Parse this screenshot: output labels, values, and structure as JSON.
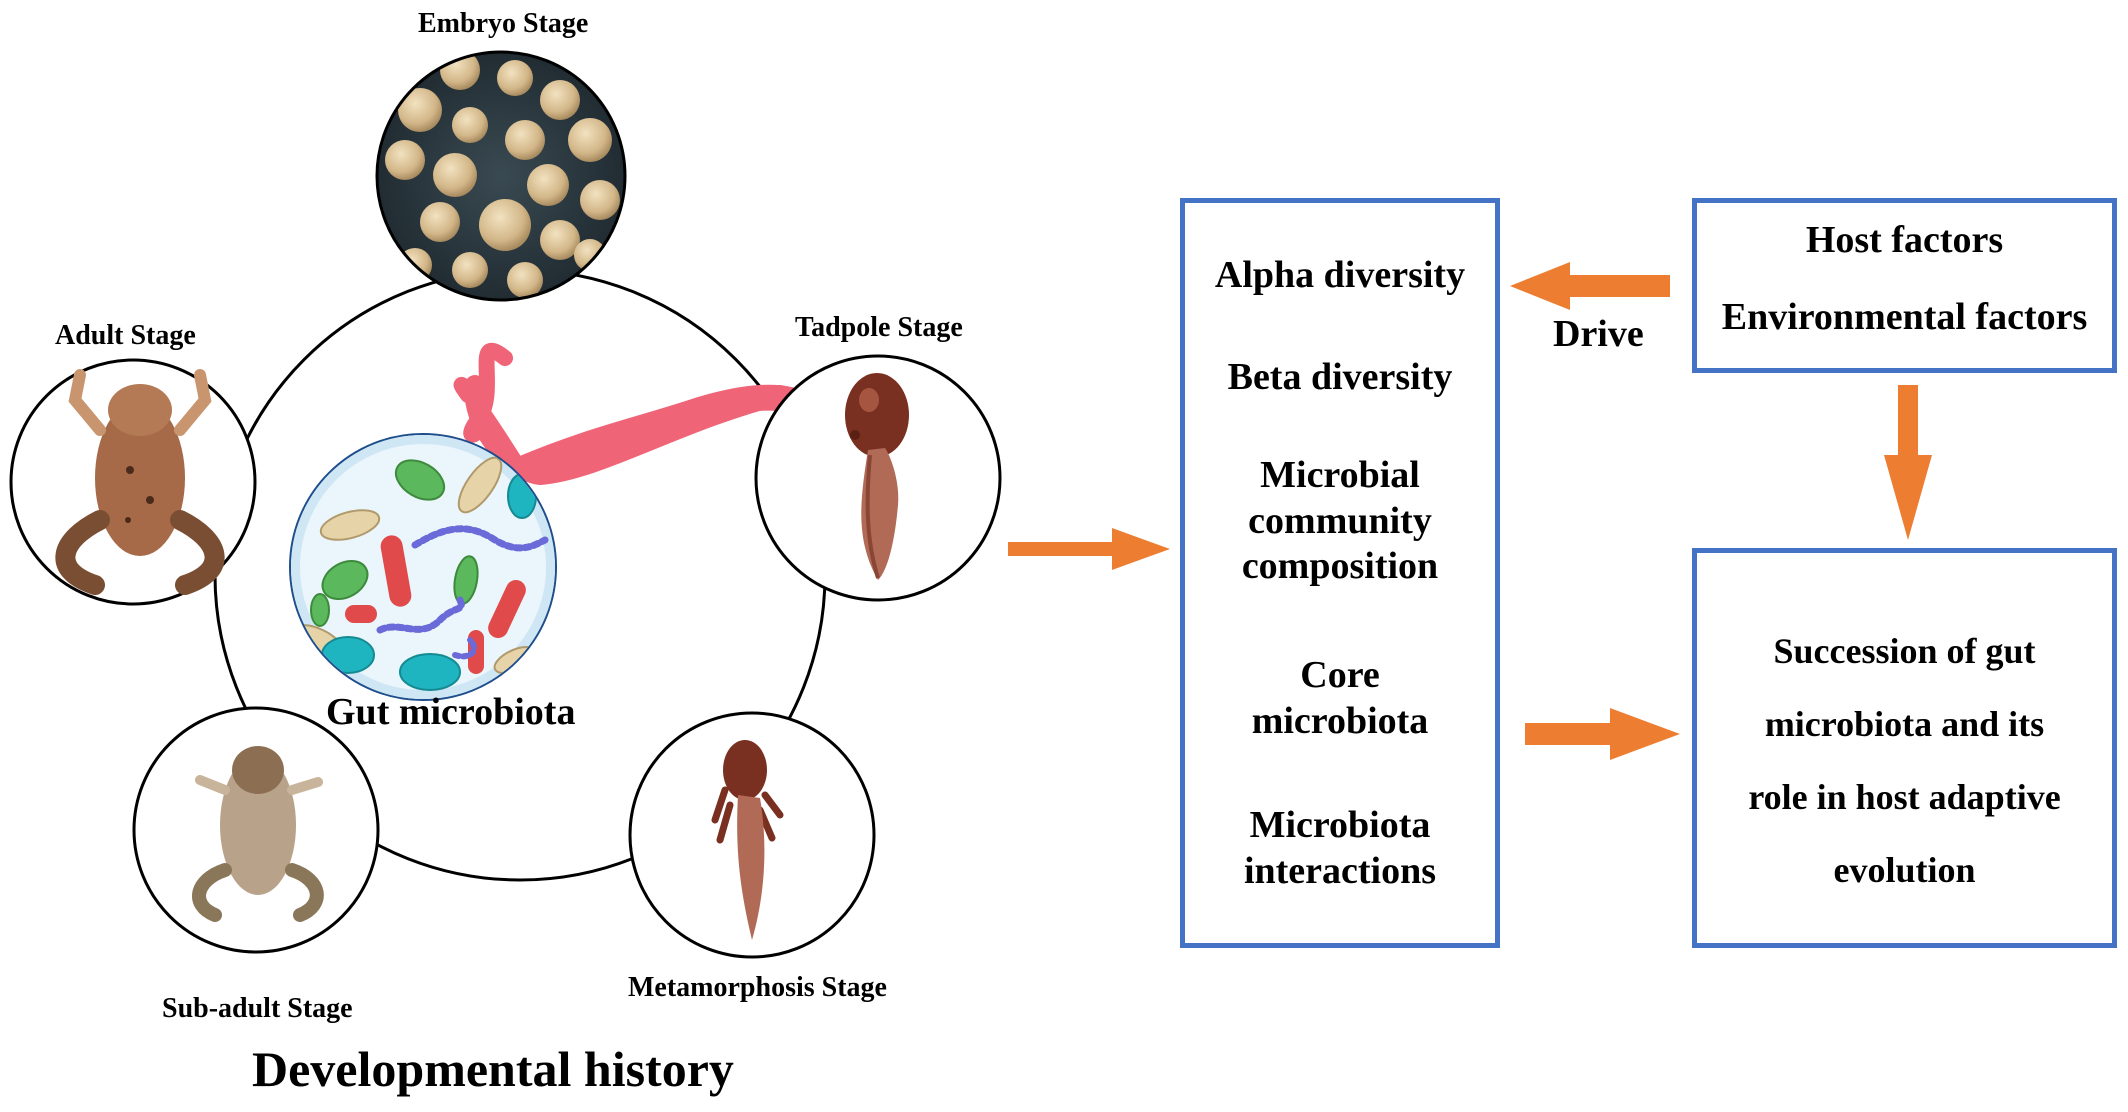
{
  "stages": {
    "embryo": "Embryo Stage",
    "tadpole": "Tadpole Stage",
    "metamorphosis": "Metamorphosis Stage",
    "subadult": "Sub-adult Stage",
    "adult": "Adult Stage"
  },
  "center_label": "Gut microbiota",
  "bottom_title": "Developmental history",
  "metrics": {
    "alpha": "Alpha diversity",
    "beta": "Beta diversity",
    "composition": [
      "Microbial",
      "community",
      "composition"
    ],
    "core": [
      "Core",
      "microbiota"
    ],
    "interactions": [
      "Microbiota",
      "interactions"
    ]
  },
  "factors": {
    "host": "Host factors",
    "environmental": "Environmental factors"
  },
  "drive_label": "Drive",
  "outcome": [
    "Succession of gut",
    "microbiota and its",
    "role in host adaptive",
    "evolution"
  ],
  "colors": {
    "box_border": "#4472c4",
    "arrow": "#ed7d31",
    "intestine": "#f06478",
    "bacteria_green": "#5cb85c",
    "bacteria_red": "#e04a4a",
    "bacteria_cyan": "#1fb5c0",
    "bacteria_beige": "#e6d3a8",
    "chain_blue": "#6a6ad8"
  }
}
